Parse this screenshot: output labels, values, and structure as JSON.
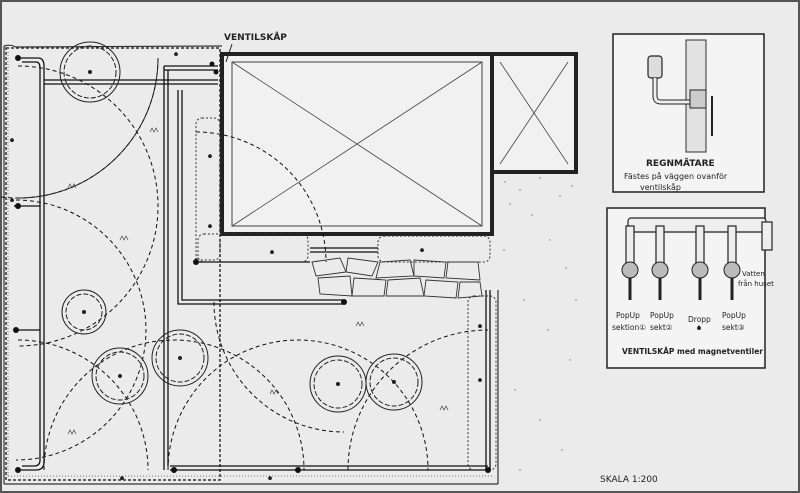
{
  "plan": {
    "valve_label": "VENTILSKÅP",
    "scale_label": "SKALA 1:200"
  },
  "rain_panel": {
    "title": "REGNMÄTARE",
    "line1": "Fästes på väggen ovanför",
    "line2": "ventilskåp"
  },
  "manifold_panel": {
    "label1a": "PopUp",
    "label1b": "sektion①",
    "label2a": "PopUp",
    "label2b": "sekt②",
    "label3a": "Dropp",
    "label4a": "PopUp",
    "label4b": "sekt③",
    "water_a": "Vatten",
    "water_b": "från huset",
    "caption": "VENTILSKÅP med magnetventiler"
  }
}
